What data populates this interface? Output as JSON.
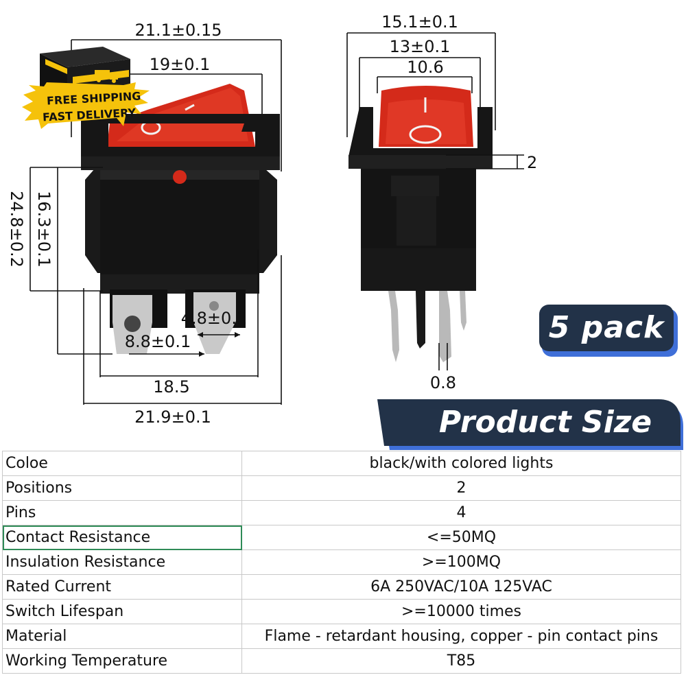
{
  "badges": {
    "free_shipping": "FREE SHIPPING",
    "fast_delivery": "FAST DELIVERY",
    "pack": "5 pack",
    "product_size": "Product Size"
  },
  "dimensions": {
    "front_outer_width": "21.1±0.15",
    "front_rocker_width": "19±0.1",
    "front_height_total": "24.8±0.2",
    "front_body_height": "16.3±0.1",
    "pin_width": "4.8±0.1",
    "pin_spacing": "8.8±0.1",
    "body_width": "18.5",
    "clip_width": "21.9±0.1",
    "side_outer_width": "15.1±0.1",
    "side_frame_width": "13±0.1",
    "side_rocker_width": "10.6",
    "side_frame_height": "2",
    "pin_thickness": "0.8"
  },
  "rocker_marks": {
    "on": "I",
    "off": "O"
  },
  "colors": {
    "rocker_red": "#d42a1a",
    "housing_black": "#151515",
    "pin_silver": "#c9c9c9",
    "badge_navy": "#223248",
    "badge_blue": "#3f6fd8",
    "shipping_yellow": "#f5c20b"
  },
  "specs": [
    {
      "label": "Coloe",
      "value": "black/with colored lights"
    },
    {
      "label": "Positions",
      "value": "2"
    },
    {
      "label": "Pins",
      "value": "4"
    },
    {
      "label": "Contact Resistance",
      "value": "<=50MQ"
    },
    {
      "label": "Insulation Resistance",
      "value": ">=100MQ"
    },
    {
      "label": "Rated Current",
      "value": "6A 250VAC/10A 125VAC"
    },
    {
      "label": "Switch Lifespan",
      "value": ">=10000 times"
    },
    {
      "label": "Material",
      "value": "Flame - retardant housing, copper - pin contact pins"
    },
    {
      "label": "Working Temperature",
      "value": "T85"
    }
  ]
}
